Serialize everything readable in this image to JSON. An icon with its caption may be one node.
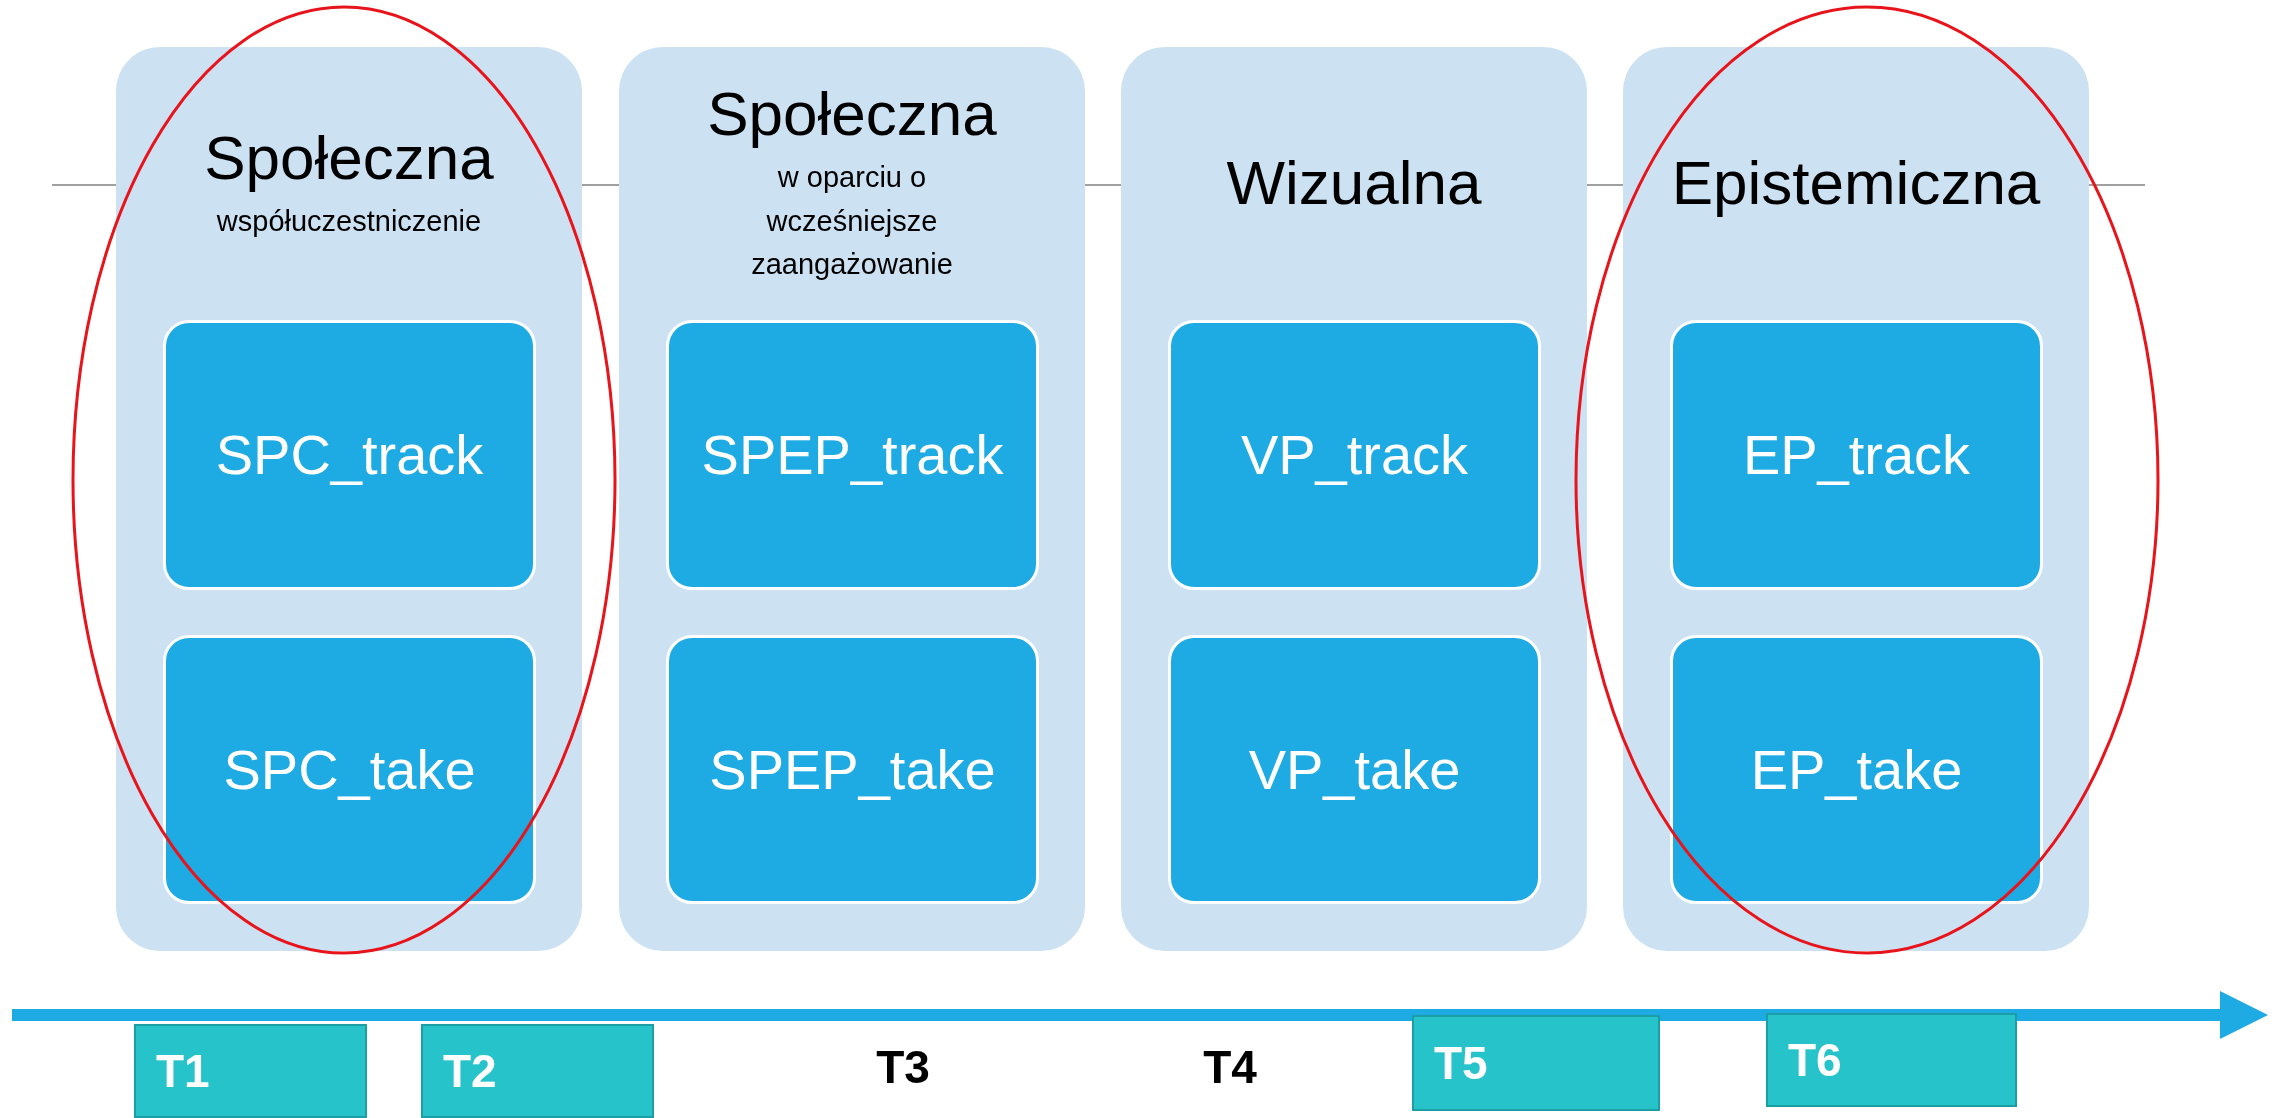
{
  "diagram": {
    "nodes": [
      {
        "text": [
          "Społeczna",
          "współuczestniczenie"
        ]
      },
      {
        "text": [
          "SPC_track"
        ],
        "in": 0
      },
      {
        "text": [
          "SPC_take"
        ],
        "in": 0
      },
      {
        "text": [
          "Społeczna",
          "w oparciu o wcześniejsze zaangażowanie"
        ]
      },
      {
        "text": [
          "SPEP_track"
        ],
        "in": 3
      },
      {
        "text": [
          "SPEP_take"
        ],
        "in": 3
      },
      {
        "text": [
          "Wizualna"
        ]
      },
      {
        "text": [
          "VP_track"
        ],
        "in": 6
      },
      {
        "text": [
          "VP_take"
        ],
        "in": 6
      },
      {
        "text": [
          "Epistemiczna"
        ]
      },
      {
        "text": [
          "EP_track"
        ],
        "in": 9
      },
      {
        "text": [
          "EP_take"
        ],
        "in": 9
      },
      {
        "text": [
          "T1"
        ]
      },
      {
        "text": [
          "T2"
        ]
      },
      {
        "text": [
          "T5"
        ]
      },
      {
        "text": [
          "T6"
        ]
      }
    ],
    "labels": [
      "T3",
      "T4"
    ]
  }
}
